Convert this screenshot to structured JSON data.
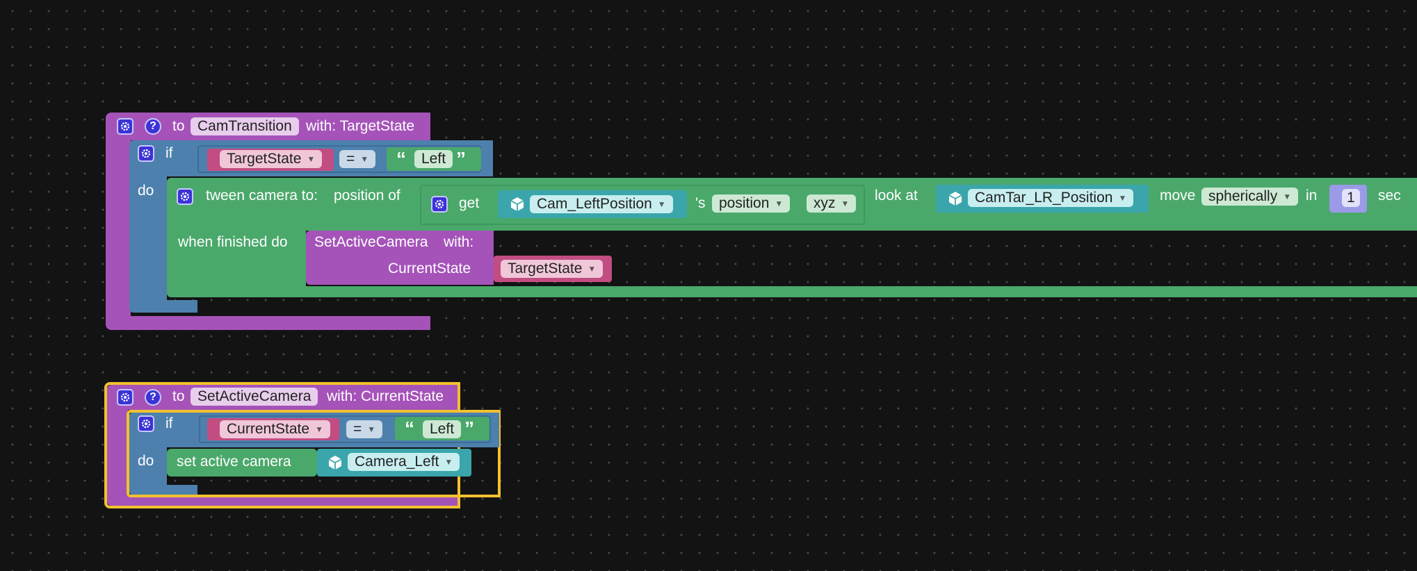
{
  "func1": {
    "to": "to",
    "name": "CamTransition",
    "with": "with: TargetState",
    "if_label": "if",
    "do_label": "do",
    "cond_var": "TargetState",
    "cond_op": "=",
    "cond_value": "Left",
    "tween": {
      "label": "tween camera to:",
      "position_of": "position of",
      "get": "get",
      "object": "Cam_LeftPosition",
      "possessive": "'s",
      "property": "position",
      "axes": "xyz",
      "look_at": "look at",
      "look_target": "CamTar_LR_Position",
      "move": "move",
      "move_mode": "spherically",
      "in": "in",
      "duration": "1",
      "sec": "sec",
      "when_finished": "when finished do"
    },
    "call": {
      "name": "SetActiveCamera",
      "with": "with:",
      "param": "CurrentState",
      "arg": "TargetState"
    }
  },
  "func2": {
    "to": "to",
    "name": "SetActiveCamera",
    "with": "with: CurrentState",
    "if_label": "if",
    "do_label": "do",
    "cond_var": "CurrentState",
    "cond_op": "=",
    "cond_value": "Left",
    "action": "set active camera",
    "camera": "Camera_Left"
  },
  "colors": {
    "procedure": "#a553b9",
    "logic": "#4d80ad",
    "action": "#4aa86b",
    "object": "#3aa6ab",
    "variable": "#c24d82",
    "selected_outline": "#f2c12e"
  }
}
